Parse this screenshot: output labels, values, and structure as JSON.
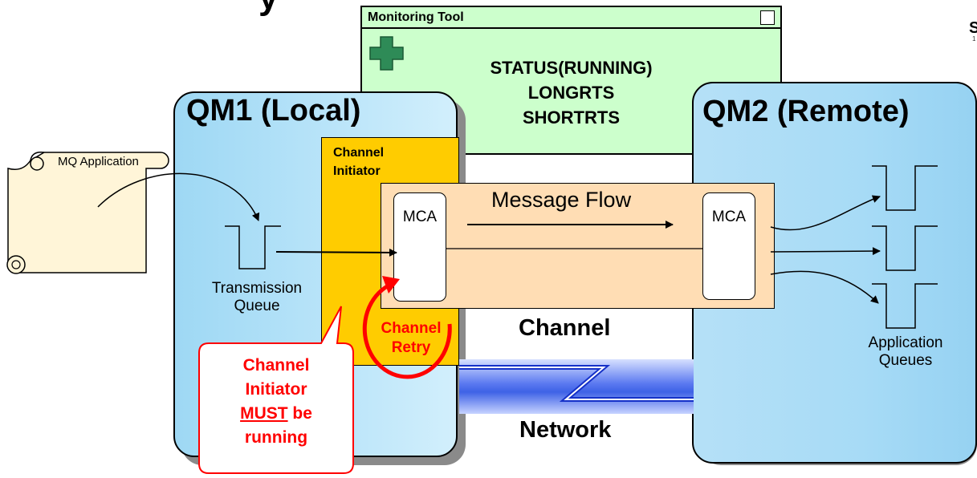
{
  "monitoring_tool": {
    "title": "Monitoring Tool",
    "lines": [
      "STATUS(RUNNING)",
      "LONGRTS",
      "SHORTRTS"
    ]
  },
  "qm1": {
    "title": "QM1 (Local)"
  },
  "qm2": {
    "title": "QM2 (Remote)"
  },
  "channel_initiator": {
    "label_line1": "Channel",
    "label_line2": "Initiator"
  },
  "mq_application": {
    "label": "MQ Application"
  },
  "transmission_queue": {
    "label_line1": "Transmission",
    "label_line2": "Queue"
  },
  "mca_local": {
    "label": "MCA"
  },
  "mca_remote": {
    "label": "MCA"
  },
  "message_flow": {
    "label": "Message Flow"
  },
  "channel": {
    "label": "Channel"
  },
  "network": {
    "label": "Network"
  },
  "channel_retry": {
    "line1": "Channel",
    "line2": "Retry"
  },
  "application_queues": {
    "label_line1": "Application",
    "label_line2": "Queues"
  },
  "callout": {
    "line1": "Channel",
    "line2": "Initiator",
    "line3_emph": "MUST",
    "line3_rest": " be",
    "line4": "running"
  },
  "title_fragment": "y",
  "corner_fragment": "S",
  "corner_fragment_small": "1",
  "colors": {
    "monitoring_bg": "#ccffcc",
    "queue_manager_blue": "#b9e4f9",
    "channel_initiator": "#ffcc00",
    "channel_box": "#ffddb4",
    "retry_red": "#ff0000",
    "network_blue": "#1a33cc",
    "plus_green": "#2e8b57"
  }
}
